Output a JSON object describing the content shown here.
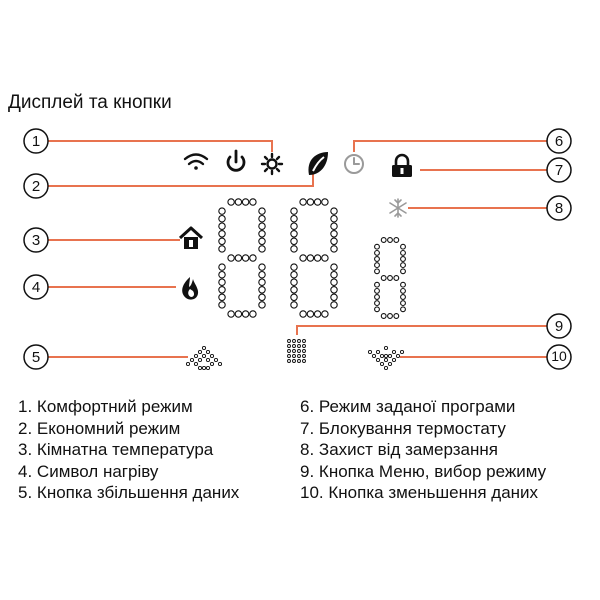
{
  "title": "Дисплей та кнопки",
  "callouts": [
    "1",
    "2",
    "3",
    "4",
    "5",
    "6",
    "7",
    "8",
    "9",
    "10"
  ],
  "legend_left": [
    {
      "n": "1.",
      "text": "Комфортний режим"
    },
    {
      "n": "2.",
      "text": "Економний режим"
    },
    {
      "n": "3.",
      "text": "Кімнатна температура"
    },
    {
      "n": "4.",
      "text": "Символ нагріву"
    },
    {
      "n": "5.",
      "text": "Кнопка збільшення даних"
    }
  ],
  "legend_right": [
    {
      "n": "6.",
      "text": "Режим заданої програми"
    },
    {
      "n": "7.",
      "text": "Блокування термостату"
    },
    {
      "n": "8.",
      "text": "Захист від замерзання"
    },
    {
      "n": "9.",
      "text": "Кнопка Меню, вибор режиму"
    },
    {
      "n": "10.",
      "text": "Кнопка зменьшення даних"
    }
  ],
  "colors": {
    "leader": "#e8734f",
    "ink": "#111111",
    "icon_gray": "#9a9a9a"
  },
  "icons": [
    "wifi-icon",
    "power-icon",
    "sun-icon",
    "leaf-icon",
    "clock-icon",
    "lock-icon",
    "snowflake-icon",
    "house-icon",
    "flame-icon",
    "up-arrow-icon",
    "menu-grid-icon",
    "down-arrow-icon"
  ],
  "display_digits": [
    "8",
    "8",
    "8"
  ]
}
